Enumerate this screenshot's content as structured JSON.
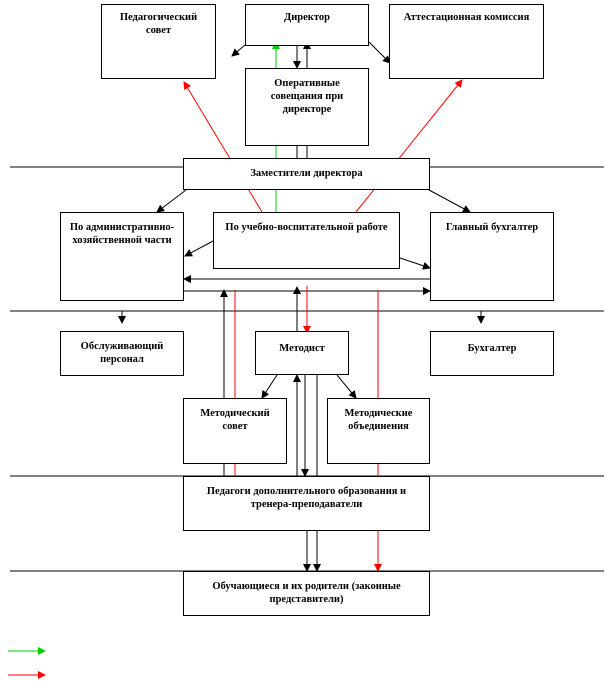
{
  "boxes": {
    "ped_council": "Педагогический совет",
    "director": "Директор",
    "attest_commission": "Аттестационная комиссия",
    "op_meetings": "Оперативные совещания при директоре",
    "deputies": "Заместители директора",
    "admin_part": "По административно-хозяйственной части",
    "educational": "По учебно-воспитательной работе",
    "chief_accountant": "Главный бухгалтер",
    "service_staff": "Обслуживающий персонал",
    "methodist": "Методист",
    "accountant": "Бухгалтер",
    "method_council": "Методический совет",
    "method_unions": "Методические объединения",
    "teachers": "Педагоги дополнительного образования и тренера-преподаватели",
    "students": "Обучающиеся и их родители (законные представители)"
  },
  "colors": {
    "line": "#000000",
    "green": "#00cc00",
    "red": "#ff0000"
  }
}
